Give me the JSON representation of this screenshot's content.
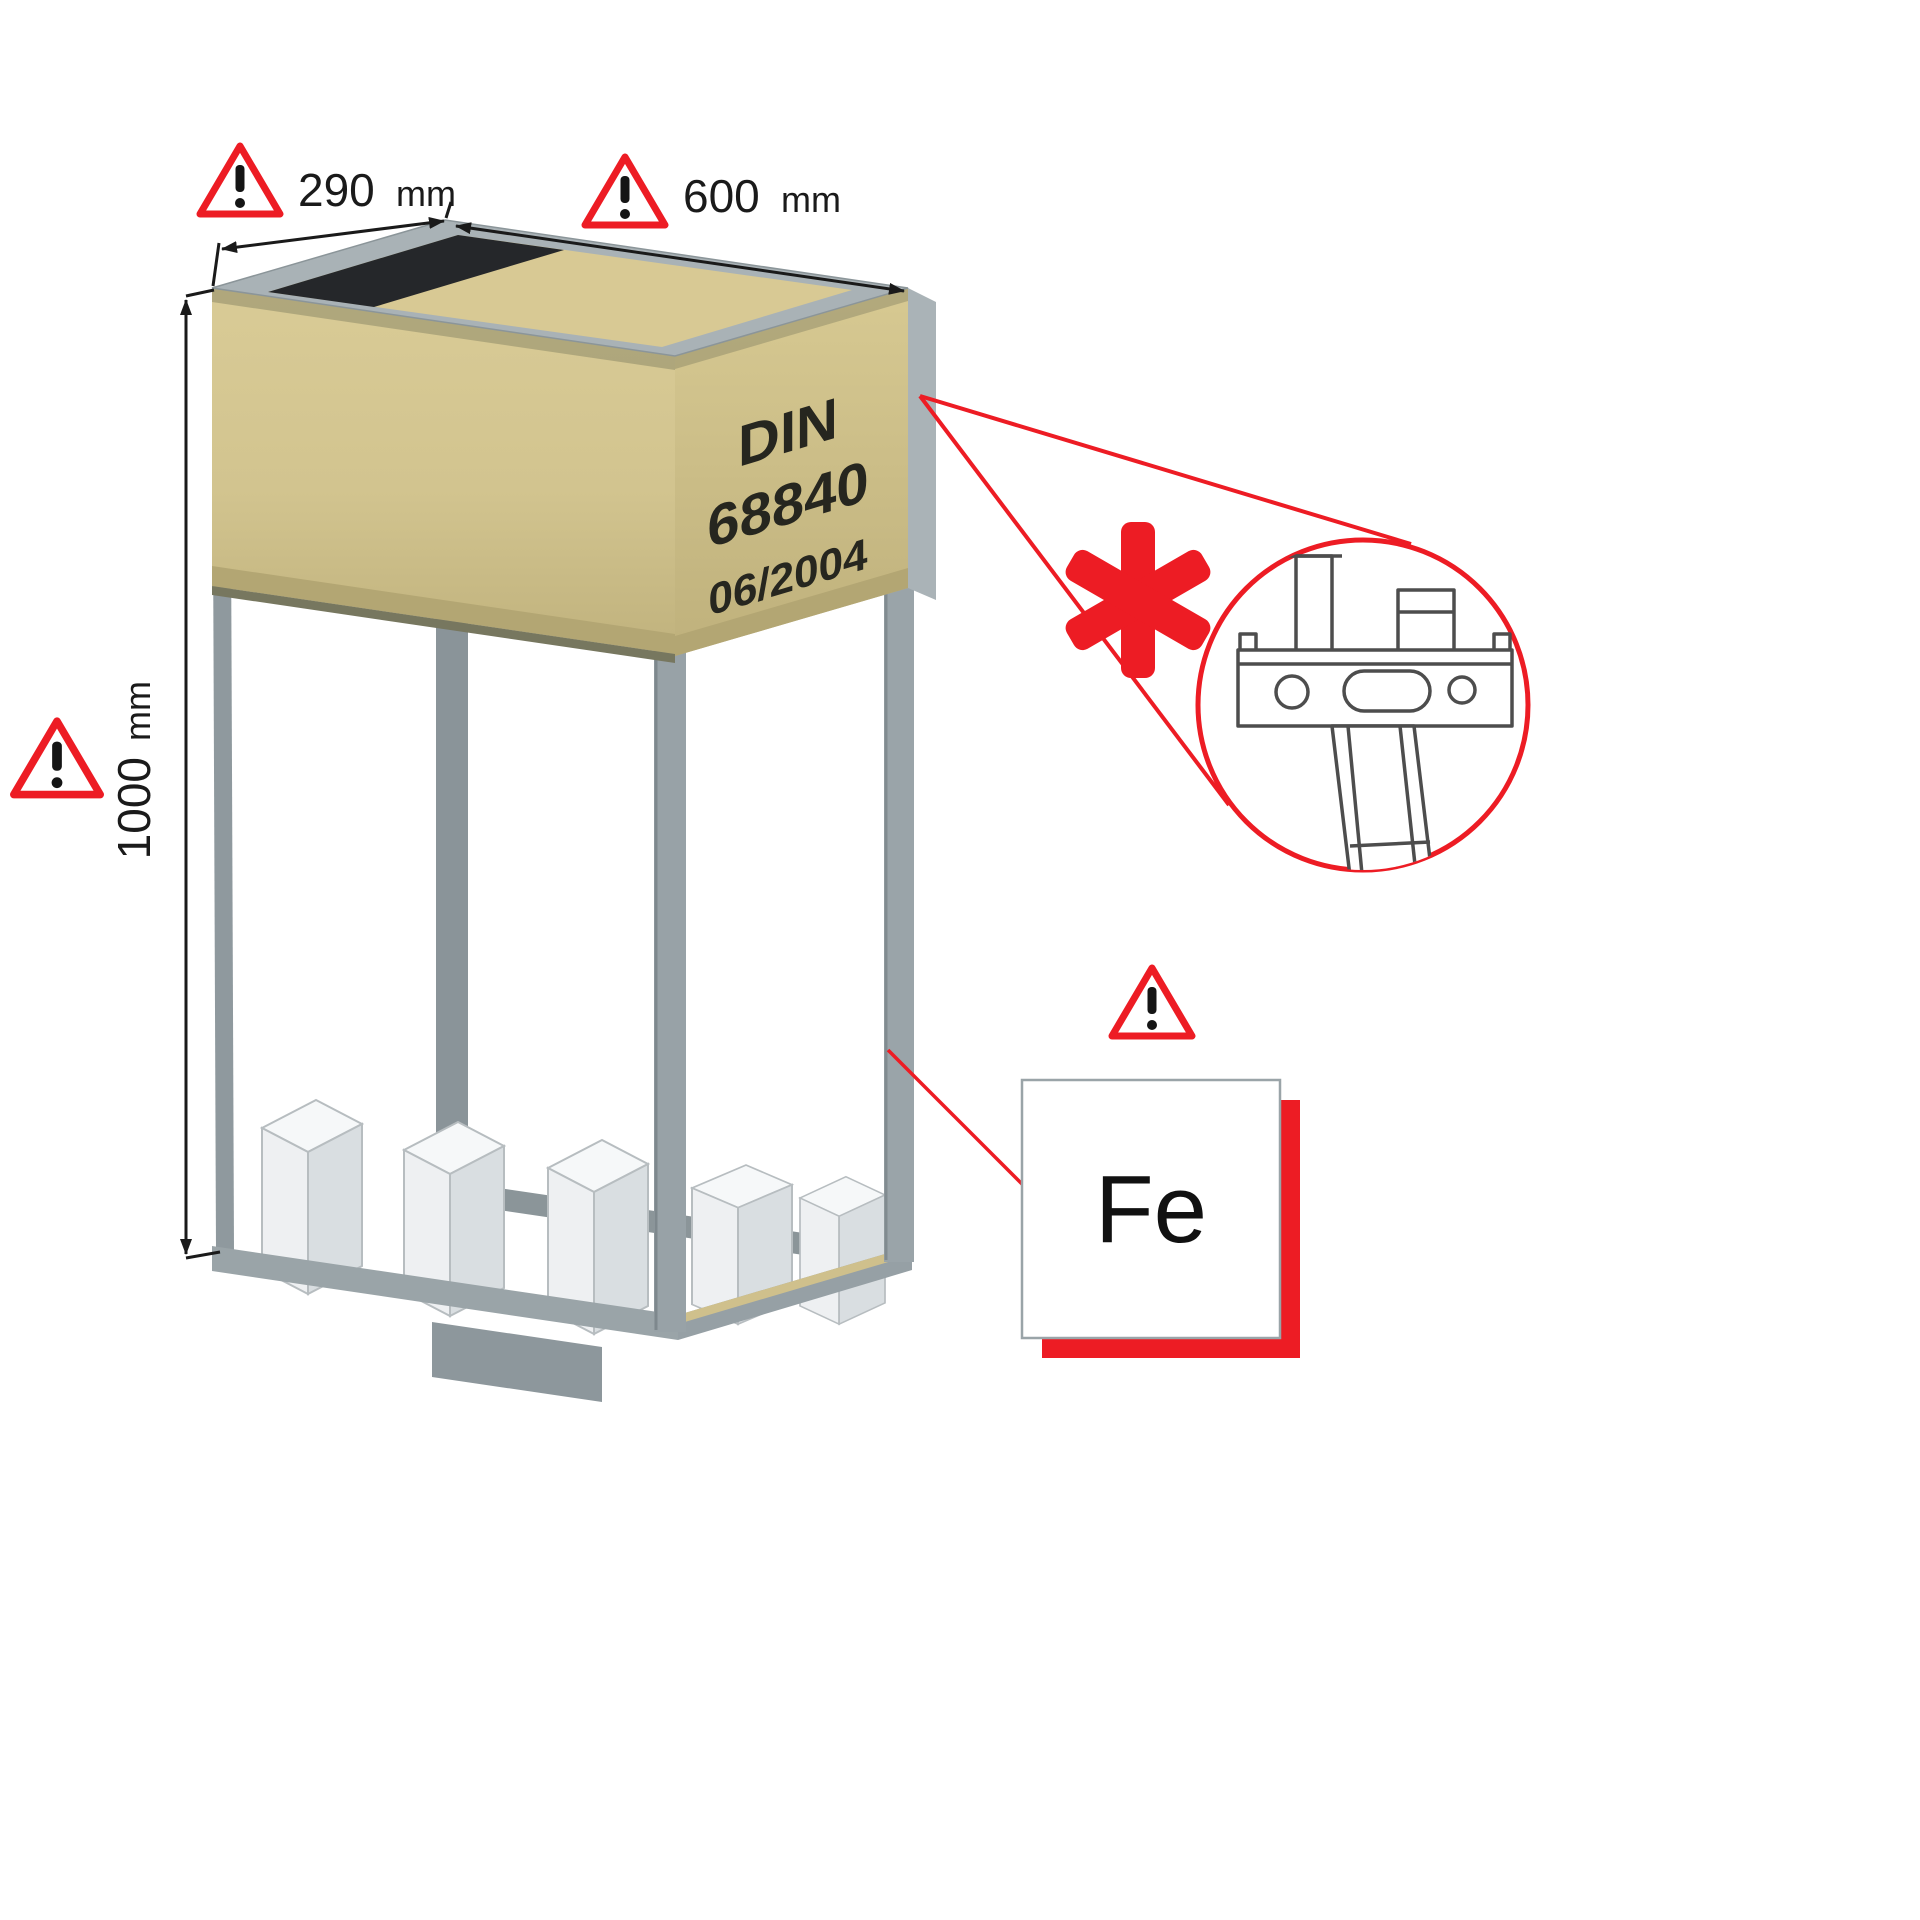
{
  "dimensions": {
    "width": {
      "value": "290",
      "unit": "mm"
    },
    "depth": {
      "value": "600",
      "unit": "mm"
    },
    "height": {
      "value": "1000",
      "unit": "mm"
    }
  },
  "stamp": {
    "line1": "DIN",
    "line2": "68840",
    "line3": "06/2004"
  },
  "material_box": {
    "symbol": "Fe"
  },
  "icons": {
    "warning": "warning-triangle-exclamation",
    "callout_marker": "*"
  },
  "colors": {
    "accent_red": "#ED1C24",
    "frame_gray": "#9aa4a8",
    "panel_tan": "#d5c791",
    "text_dark": "#1a1a1a"
  }
}
